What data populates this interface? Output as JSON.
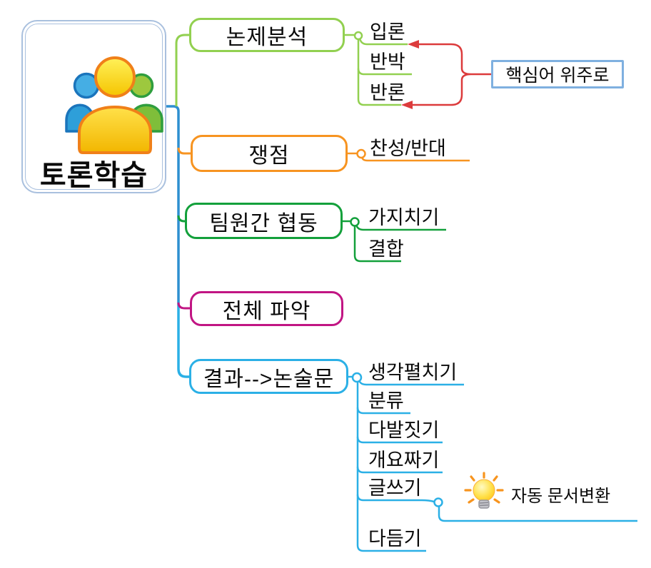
{
  "app": {
    "type": "mindmap",
    "background": "#FFFFFF",
    "trunk_color": "#2E8FD0"
  },
  "root": {
    "label": "토론학습",
    "icon": "people-group-icon",
    "border_color": "#A9C0DE"
  },
  "branches": [
    {
      "label": "논제분석",
      "color": "#92D050",
      "children": [
        {
          "label": "입론"
        },
        {
          "label": "반박"
        },
        {
          "label": "반론"
        }
      ],
      "callout": {
        "label": "핵심어 위주로",
        "border_color": "#7FB0E0",
        "arrow_color": "#DC3B3C",
        "points_to": [
          "입론",
          "반론"
        ]
      }
    },
    {
      "label": "쟁점",
      "color": "#F79421",
      "children": [
        {
          "label": "찬성/반대"
        }
      ]
    },
    {
      "label": "팀원간 협동",
      "color": "#13A03B",
      "children": [
        {
          "label": "가지치기"
        },
        {
          "label": "결합"
        }
      ]
    },
    {
      "label": "전체 파악",
      "color": "#C11583",
      "children": []
    },
    {
      "label": "결과-->논술문",
      "color": "#2BB0E6",
      "children": [
        {
          "label": "생각펼치기"
        },
        {
          "label": "분류"
        },
        {
          "label": "다발짓기"
        },
        {
          "label": "개요짜기"
        },
        {
          "label": "글쓰기",
          "children": [
            {
              "label": "자동 문서변환",
              "icon": "lightbulb-icon"
            }
          ]
        },
        {
          "label": "다듬기"
        }
      ]
    }
  ]
}
